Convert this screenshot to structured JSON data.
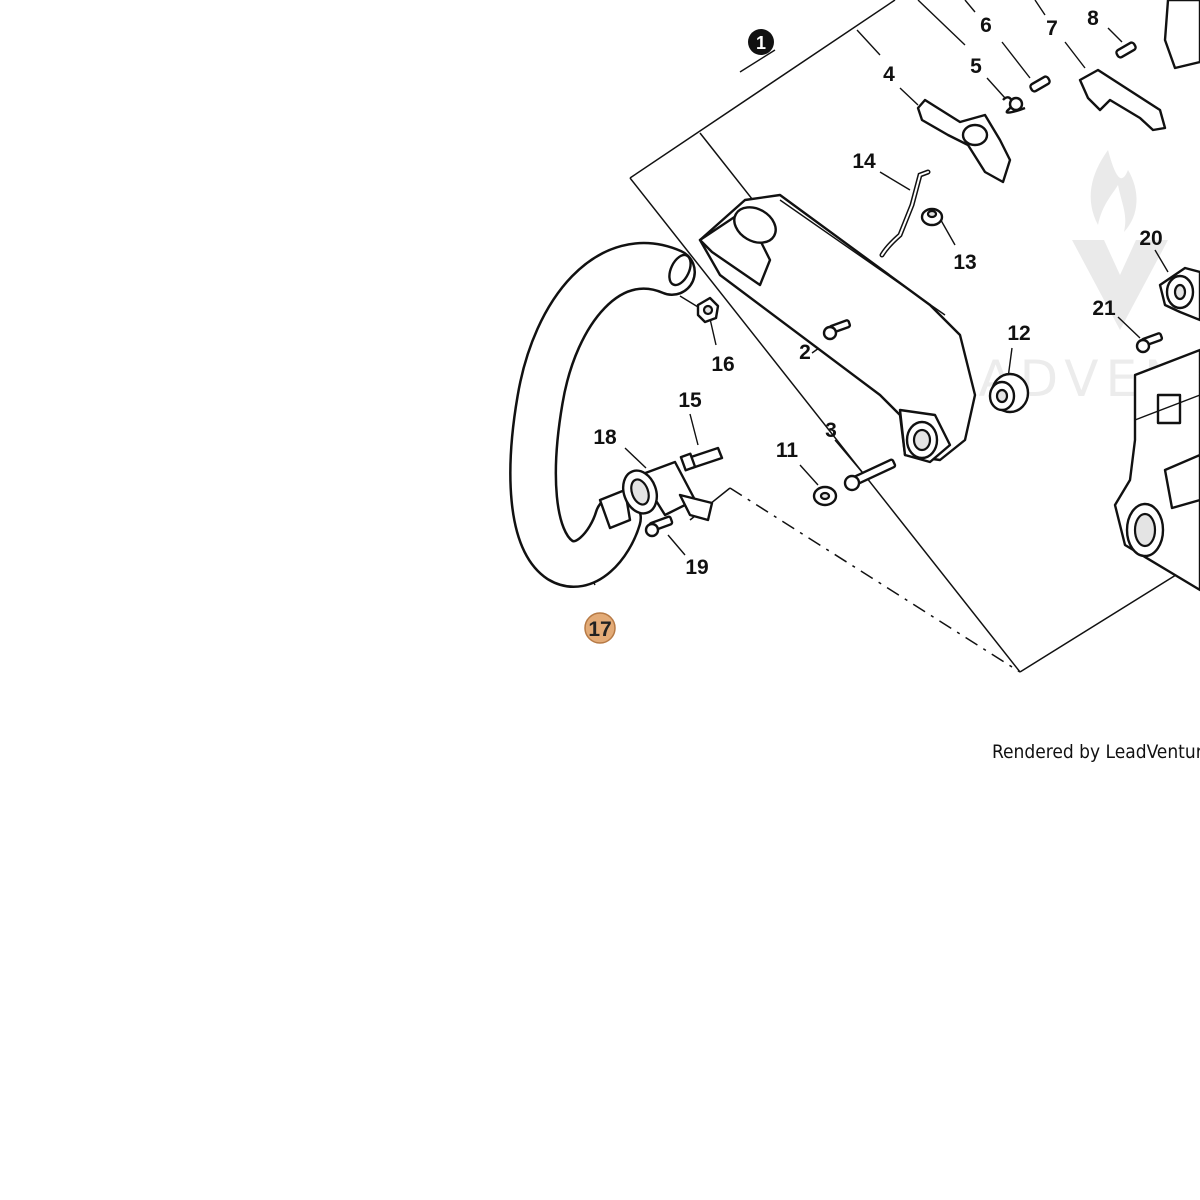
{
  "diagram": {
    "highlight_color": "#e3ab77",
    "callouts": {
      "c1": "1",
      "c2": "2",
      "c3": "3",
      "c4": "4",
      "c5": "5",
      "c6": "6",
      "c7": "7",
      "c8": "8",
      "c11": "11",
      "c12": "12",
      "c13": "13",
      "c14": "14",
      "c15": "15",
      "c16": "16",
      "c17": "17",
      "c18": "18",
      "c19": "19",
      "c20": "20",
      "c21": "21"
    },
    "credit": "Rendered by LeadVentures",
    "watermark": "LEADVENT"
  }
}
